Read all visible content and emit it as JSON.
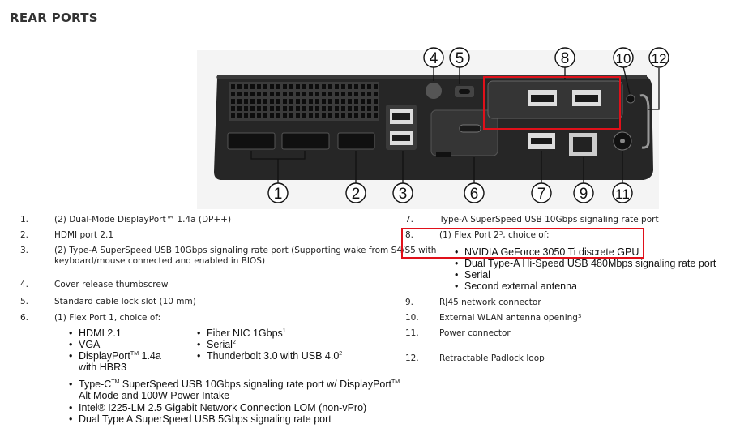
{
  "title": "REAR PORTS",
  "callouts": [
    "1",
    "2",
    "3",
    "4",
    "5",
    "6",
    "7",
    "8",
    "9",
    "10",
    "11",
    "12"
  ],
  "left_items": [
    {
      "num": "1.",
      "text": "(2) Dual-Mode DisplayPort™ 1.4a (DP++)"
    },
    {
      "num": "2.",
      "text": "HDMI port 2.1"
    },
    {
      "num": "3.",
      "text": "(2) Type-A SuperSpeed USB 10Gbps signaling rate port (Supporting wake from S4/S5 with",
      "text2": "keyboard/mouse connected and enabled in BIOS)"
    },
    {
      "num": "4.",
      "text": "Cover release thumbscrew"
    },
    {
      "num": "5.",
      "text": "Standard cable lock slot (10 mm)"
    },
    {
      "num": "6.",
      "text": "(1) Flex Port 1, choice of:"
    }
  ],
  "flex1_col1": [
    "HDMI 2.1",
    "VGA",
    "DisplayPort",
    "with HBR3"
  ],
  "flex1_col1_tm": "TM",
  "flex1_col1_dp_suffix": " 1.4a",
  "flex1_col2": [
    "Fiber NIC 1Gbps",
    "Serial",
    "Thunderbolt 3.0 with USB 4.0"
  ],
  "flex1_col2_sups": [
    "1",
    "2",
    "2"
  ],
  "flex1_more": [
    "Type-C",
    "SuperSpeed USB 10Gbps signaling rate port w/ DisplayPort",
    "Alt Mode and 100W Power Intake",
    "Intel® I225-LM 2.5 Gigabit Network Connection LOM (non-vPro)",
    "Dual Type A SuperSpeed USB 5Gbps signaling rate port"
  ],
  "tm": "TM",
  "right_items": [
    {
      "num": "7.",
      "text": "Type-A SuperSpeed USB 10Gbps signaling rate port"
    },
    {
      "num": "8.",
      "text": "(1) Flex Port 2",
      "sup": "3",
      "after": ", choice of:"
    },
    {
      "num": "9.",
      "text": "RJ45 network connector"
    },
    {
      "num": "10.",
      "text": "External WLAN antenna opening",
      "sup": "3"
    },
    {
      "num": "11.",
      "text": "Power connector"
    },
    {
      "num": "12.",
      "text": "Retractable Padlock loop"
    }
  ],
  "flex2": [
    "NVIDIA GeForce 3050 Ti discrete GPU",
    "Dual Type-A Hi-Speed USB 480Mbps signaling rate port",
    "Serial",
    "Second external antenna"
  ],
  "colors": {
    "highlight": "#e0101a",
    "chassis": "#2b2b2b"
  }
}
